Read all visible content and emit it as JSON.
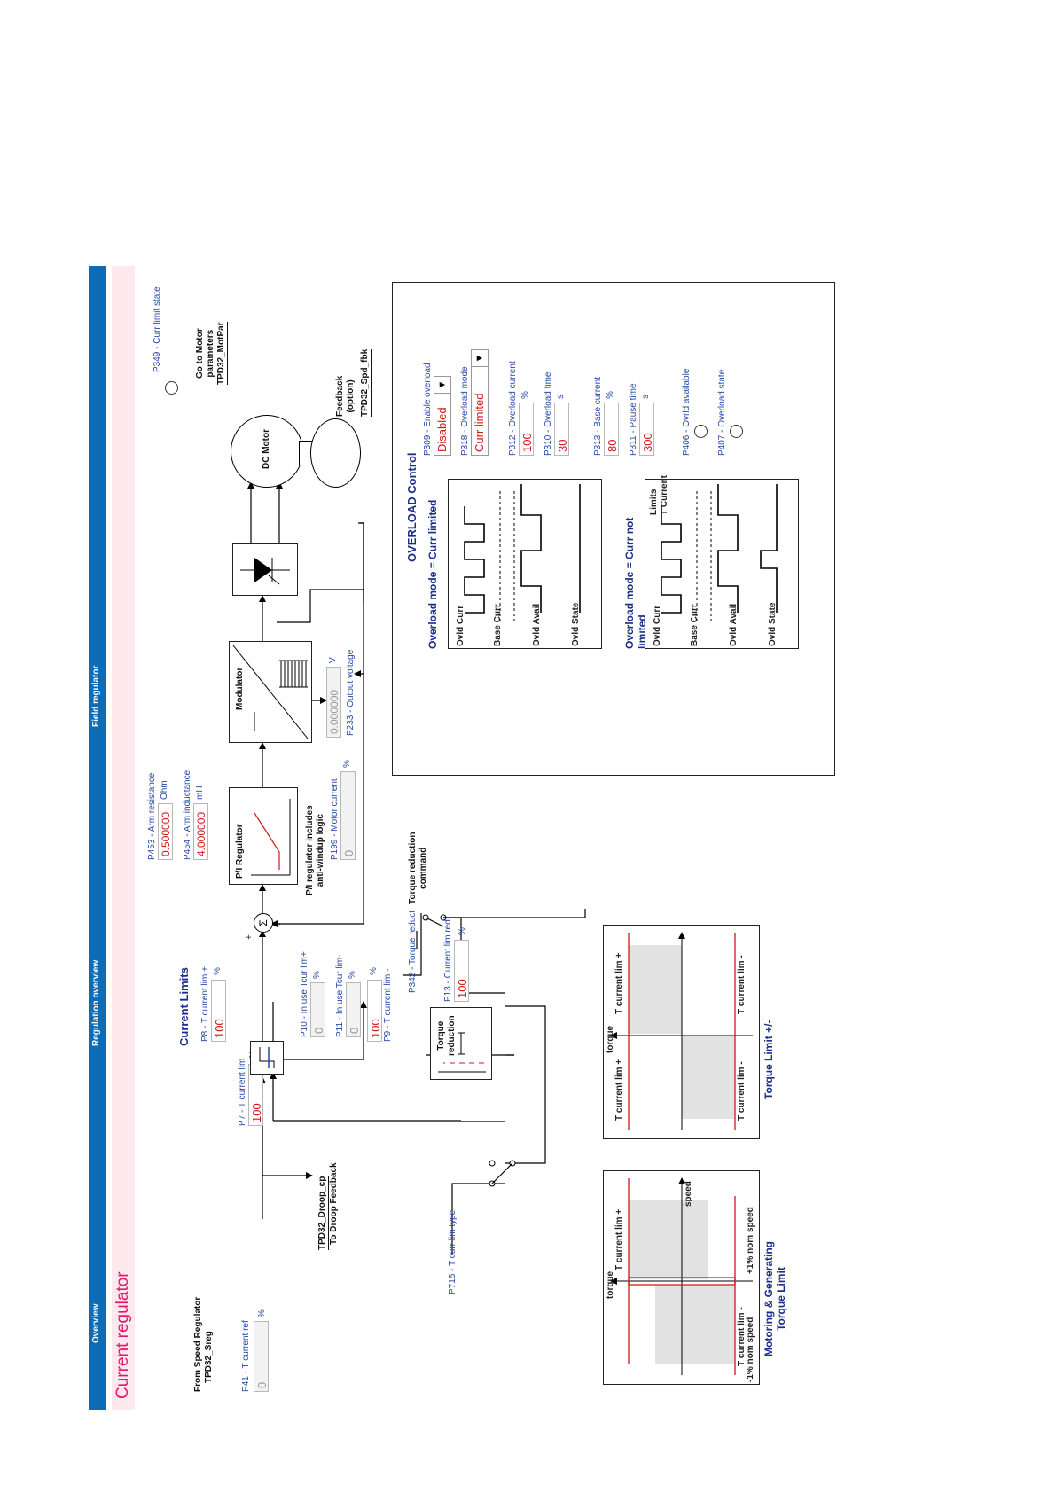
{
  "nav": {
    "tab_overview": "Overview",
    "tab_regulation": "Regulation overview",
    "tab_field": "Field regulator"
  },
  "page": {
    "title": "Current regulator"
  },
  "sources": {
    "speed_reg_line1": "From Speed Regulator",
    "speed_reg_link": "TPD32_Sreg",
    "droop_link": "TPD32_Droop_cp",
    "droop_line2": "To Droop Feedback",
    "motor_params_line1": "Go to Motor",
    "motor_params_line2": "parameters",
    "motor_params_link": "TPD32_MotPar",
    "spd_fbk_link": "TPD32_Spd_fbk",
    "feedback_line1": "Feedback",
    "feedback_line2": "(option)"
  },
  "params": {
    "p41": {
      "label": "P41 - T current ref",
      "value": "0",
      "unit": "%"
    },
    "p7": {
      "label": "P7 - T current lim",
      "value": "100",
      "unit": "%"
    },
    "p715": {
      "label": "P715 - T curr lim type"
    },
    "p8": {
      "label": "P8 - T current lim +",
      "value": "100",
      "unit": "%"
    },
    "p9": {
      "label": "P9 - T current lim -",
      "value": "100",
      "unit": "%"
    },
    "p10": {
      "label": "P10 - In use Tcur lim+",
      "value": "0",
      "unit": "%"
    },
    "p11": {
      "label": "P11 - In use Tcur lim-",
      "value": "0",
      "unit": "%"
    },
    "p342": {
      "label": "P342 - Torque reduct"
    },
    "p13": {
      "label": "P13 - Current lim red",
      "value": "100",
      "unit": "%"
    },
    "p453": {
      "label": "P453 - Arm resistance",
      "value": "0.500000",
      "unit": "Ohm"
    },
    "p454": {
      "label": "P454 - Arm inductance",
      "value": "4.000000",
      "unit": "mH"
    },
    "p199": {
      "label": "P199 - Motor current",
      "value": "0",
      "unit": "%"
    },
    "p233": {
      "label": "P233 - Output voltage",
      "value": "0.000000",
      "unit": "V"
    },
    "p349": {
      "label": "P349 - Curr limit state"
    },
    "p309": {
      "label": "P309 - Enable overload",
      "value": "Disabled"
    },
    "p318": {
      "label": "P318 - Overload mode",
      "value": "Curr limited"
    },
    "p312": {
      "label": "P312 - Overload current",
      "value": "100",
      "unit": "%"
    },
    "p310": {
      "label": "P310 - Overload time",
      "value": "30",
      "unit": "s"
    },
    "p313": {
      "label": "P313 - Base current",
      "value": "80",
      "unit": "%"
    },
    "p311": {
      "label": "P311 - Pause time",
      "value": "300",
      "unit": "s"
    },
    "p406": {
      "label": "P406 - Ovrld available"
    },
    "p407": {
      "label": "P407 - Overload state"
    }
  },
  "blocks": {
    "current_limits_title": "Current Limits",
    "torque_reduction_line1": "Torque",
    "torque_reduction_line2": "reduction",
    "torque_cmd_line1": "Torque reduction",
    "torque_cmd_line2": "command",
    "pi_regulator": "P/I Regulator",
    "pi_note_line1": "P/I regulator includes",
    "pi_note_line2": "anti-windup logic",
    "modulator": "Modulator",
    "dc_motor": "DC Motor",
    "sum_symbol": "Σ",
    "sum_plus": "+",
    "sum_minus": "-"
  },
  "graphs": {
    "motoring_title_line1": "Motoring & Generating",
    "motoring_title_line2": "Torque Limit",
    "torque_limit_title": "Torque Limit +/-",
    "axis_torque": "torque",
    "axis_speed": "speed",
    "lim_plus": "T current lim +",
    "lim_minus": "T current lim -",
    "speed_minus": "-1% nom speed",
    "speed_plus": "+1% nom speed"
  },
  "overload": {
    "title": "OVERLOAD Control",
    "chart1_title": "Overload mode = Curr limited",
    "chart2_title": "Overload mode = Curr not limited",
    "lbl_ovld_curr": "Ovld Curr",
    "lbl_base_curr": "Base Curr",
    "lbl_ovld_avail": "Ovld Avail",
    "lbl_ovld_state": "Ovld State",
    "lbl_limits": "Limits",
    "lbl_t_current": "T Current"
  }
}
